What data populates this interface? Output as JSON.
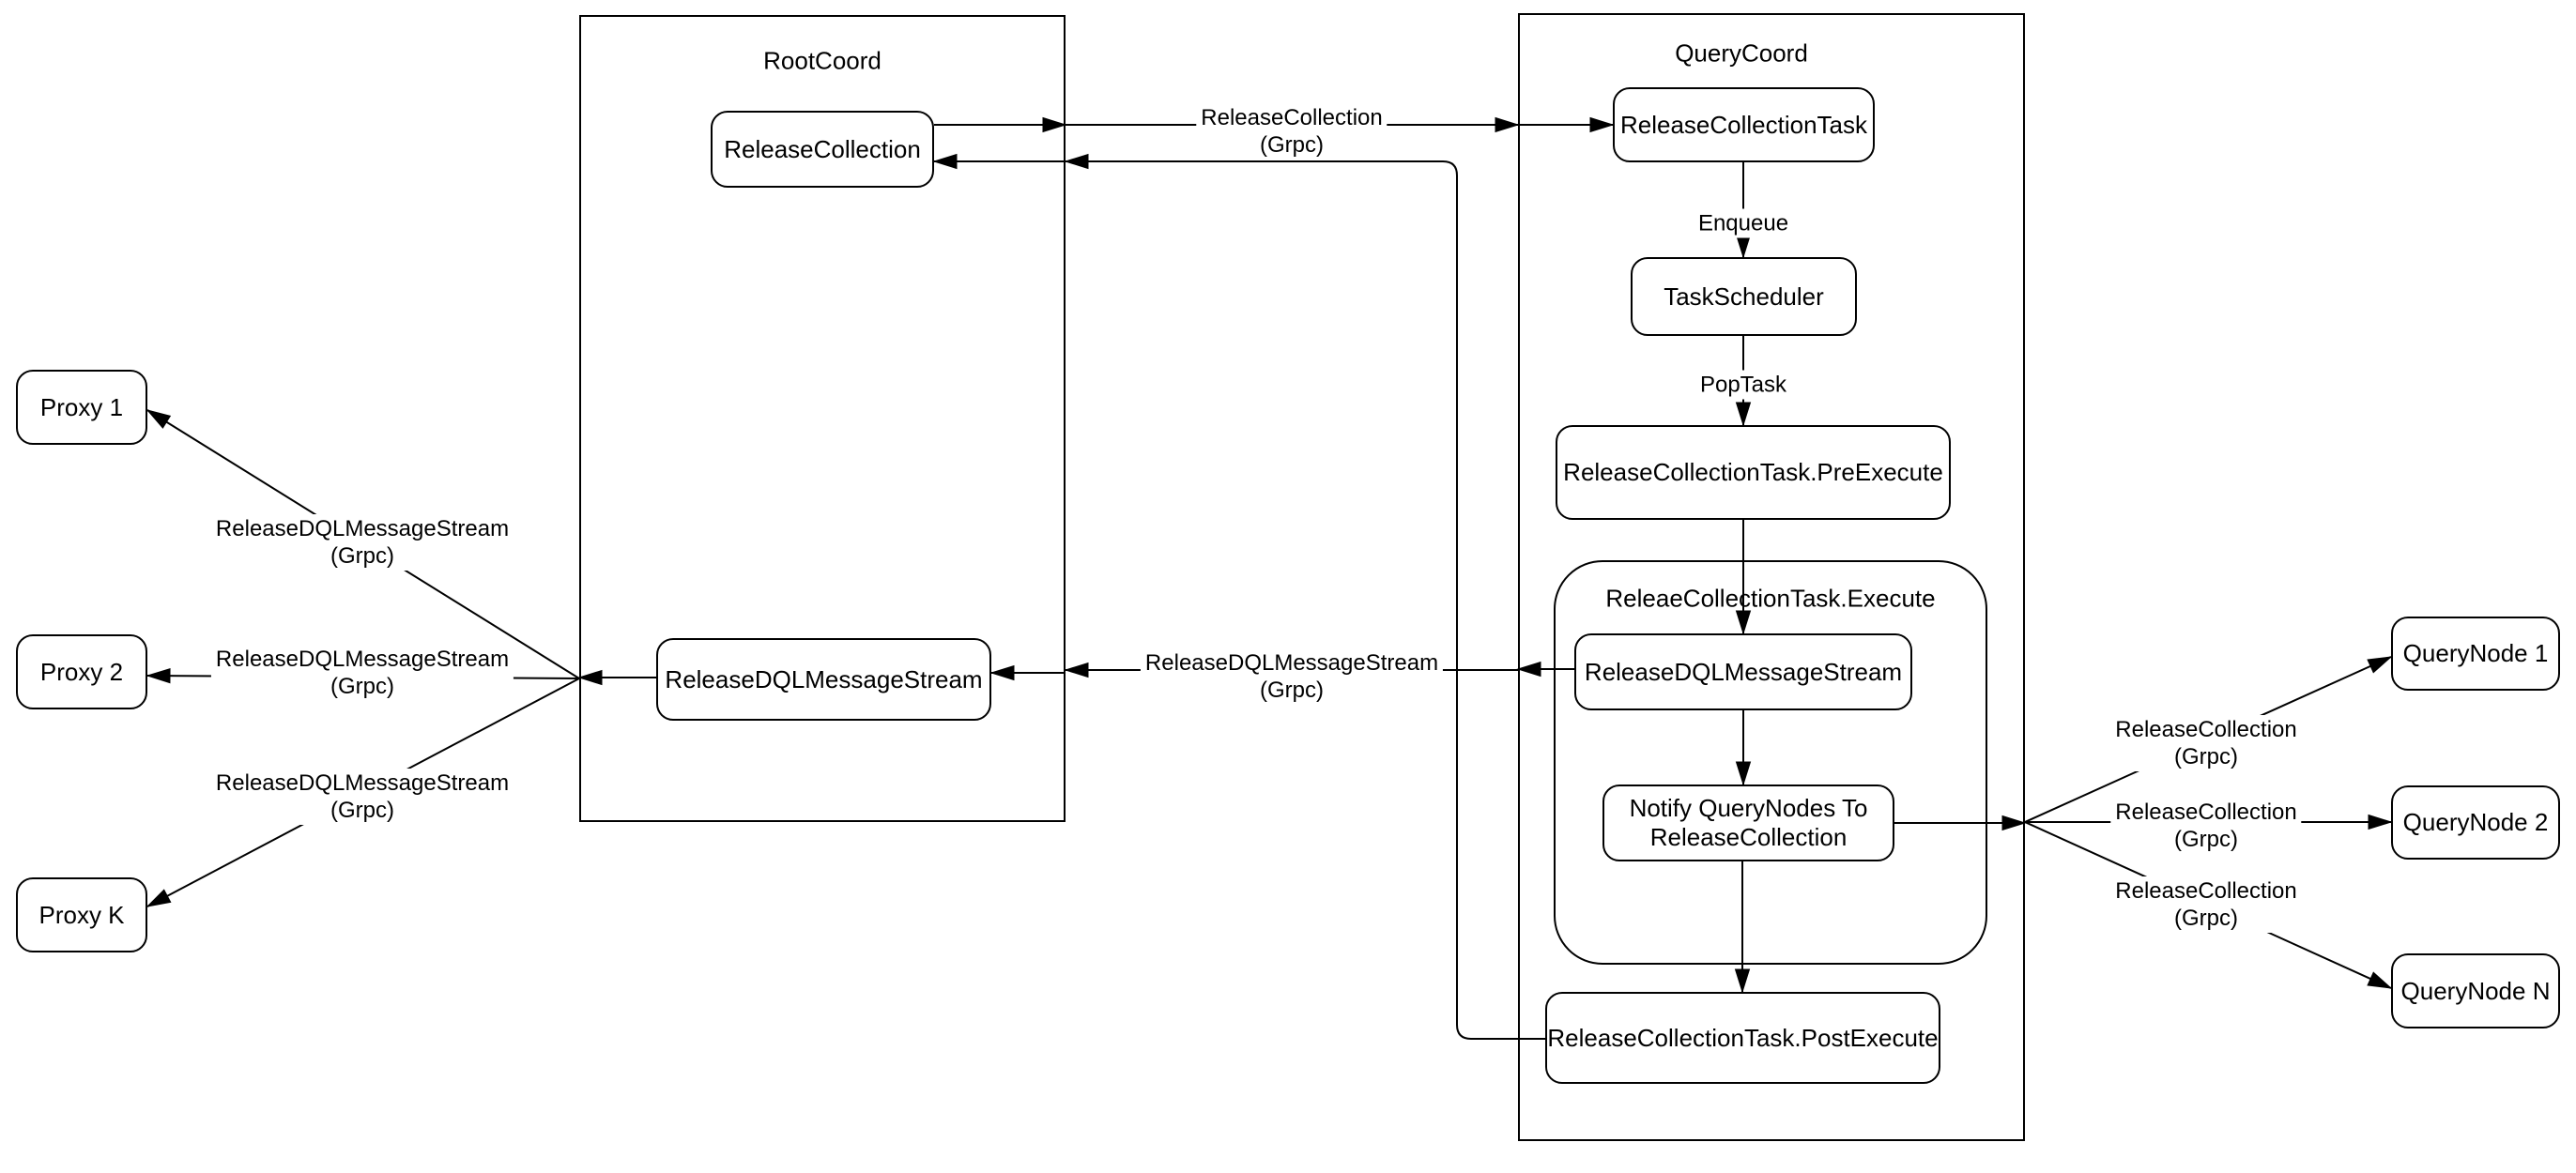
{
  "diagram": {
    "colors": {
      "stroke": "#000000",
      "background": "#ffffff",
      "text": "#000000"
    },
    "containers": {
      "rootcoord": {
        "title": "RootCoord"
      },
      "querycoord": {
        "title": "QueryCoord"
      },
      "execute_group": {
        "title": "ReleaeCollectionTask.Execute"
      }
    },
    "nodes": {
      "release_collection": {
        "label": "ReleaseCollection"
      },
      "root_dql_stream": {
        "label": "ReleaseDQLMessageStream"
      },
      "release_collection_task": {
        "label": "ReleaseCollectionTask"
      },
      "task_scheduler": {
        "label": "TaskScheduler"
      },
      "pre_execute": {
        "label": "ReleaseCollectionTask.PreExecute"
      },
      "exec_dql_stream": {
        "label": "ReleaseDQLMessageStream"
      },
      "notify_querynodes": {
        "label": "Notify QueryNodes To ReleaseCollection"
      },
      "post_execute": {
        "label": "ReleaseCollectionTask.PostExecute"
      },
      "proxy_1": {
        "label": "Proxy 1"
      },
      "proxy_2": {
        "label": "Proxy 2"
      },
      "proxy_k": {
        "label": "Proxy K"
      },
      "querynode_1": {
        "label": "QueryNode 1"
      },
      "querynode_2": {
        "label": "QueryNode 2"
      },
      "querynode_n": {
        "label": "QueryNode N"
      }
    },
    "edge_labels": {
      "release_collection_grpc_top": {
        "line1": "ReleaseCollection",
        "line2": "(Grpc)"
      },
      "dql_stream_grpc_mid": {
        "line1": "ReleaseDQLMessageStream",
        "line2": "(Grpc)"
      },
      "dql_stream_grpc_proxy1": {
        "line1": "ReleaseDQLMessageStream",
        "line2": "(Grpc)"
      },
      "dql_stream_grpc_proxy2": {
        "line1": "ReleaseDQLMessageStream",
        "line2": "(Grpc)"
      },
      "dql_stream_grpc_proxyk": {
        "line1": "ReleaseDQLMessageStream",
        "line2": "(Grpc)"
      },
      "release_collection_grpc_qn1": {
        "line1": "ReleaseCollection",
        "line2": "(Grpc)"
      },
      "release_collection_grpc_qn2": {
        "line1": "ReleaseCollection",
        "line2": "(Grpc)"
      },
      "release_collection_grpc_qnn": {
        "line1": "ReleaseCollection",
        "line2": "(Grpc)"
      },
      "enqueue": {
        "text": "Enqueue"
      },
      "poptask": {
        "text": "PopTask"
      }
    }
  }
}
